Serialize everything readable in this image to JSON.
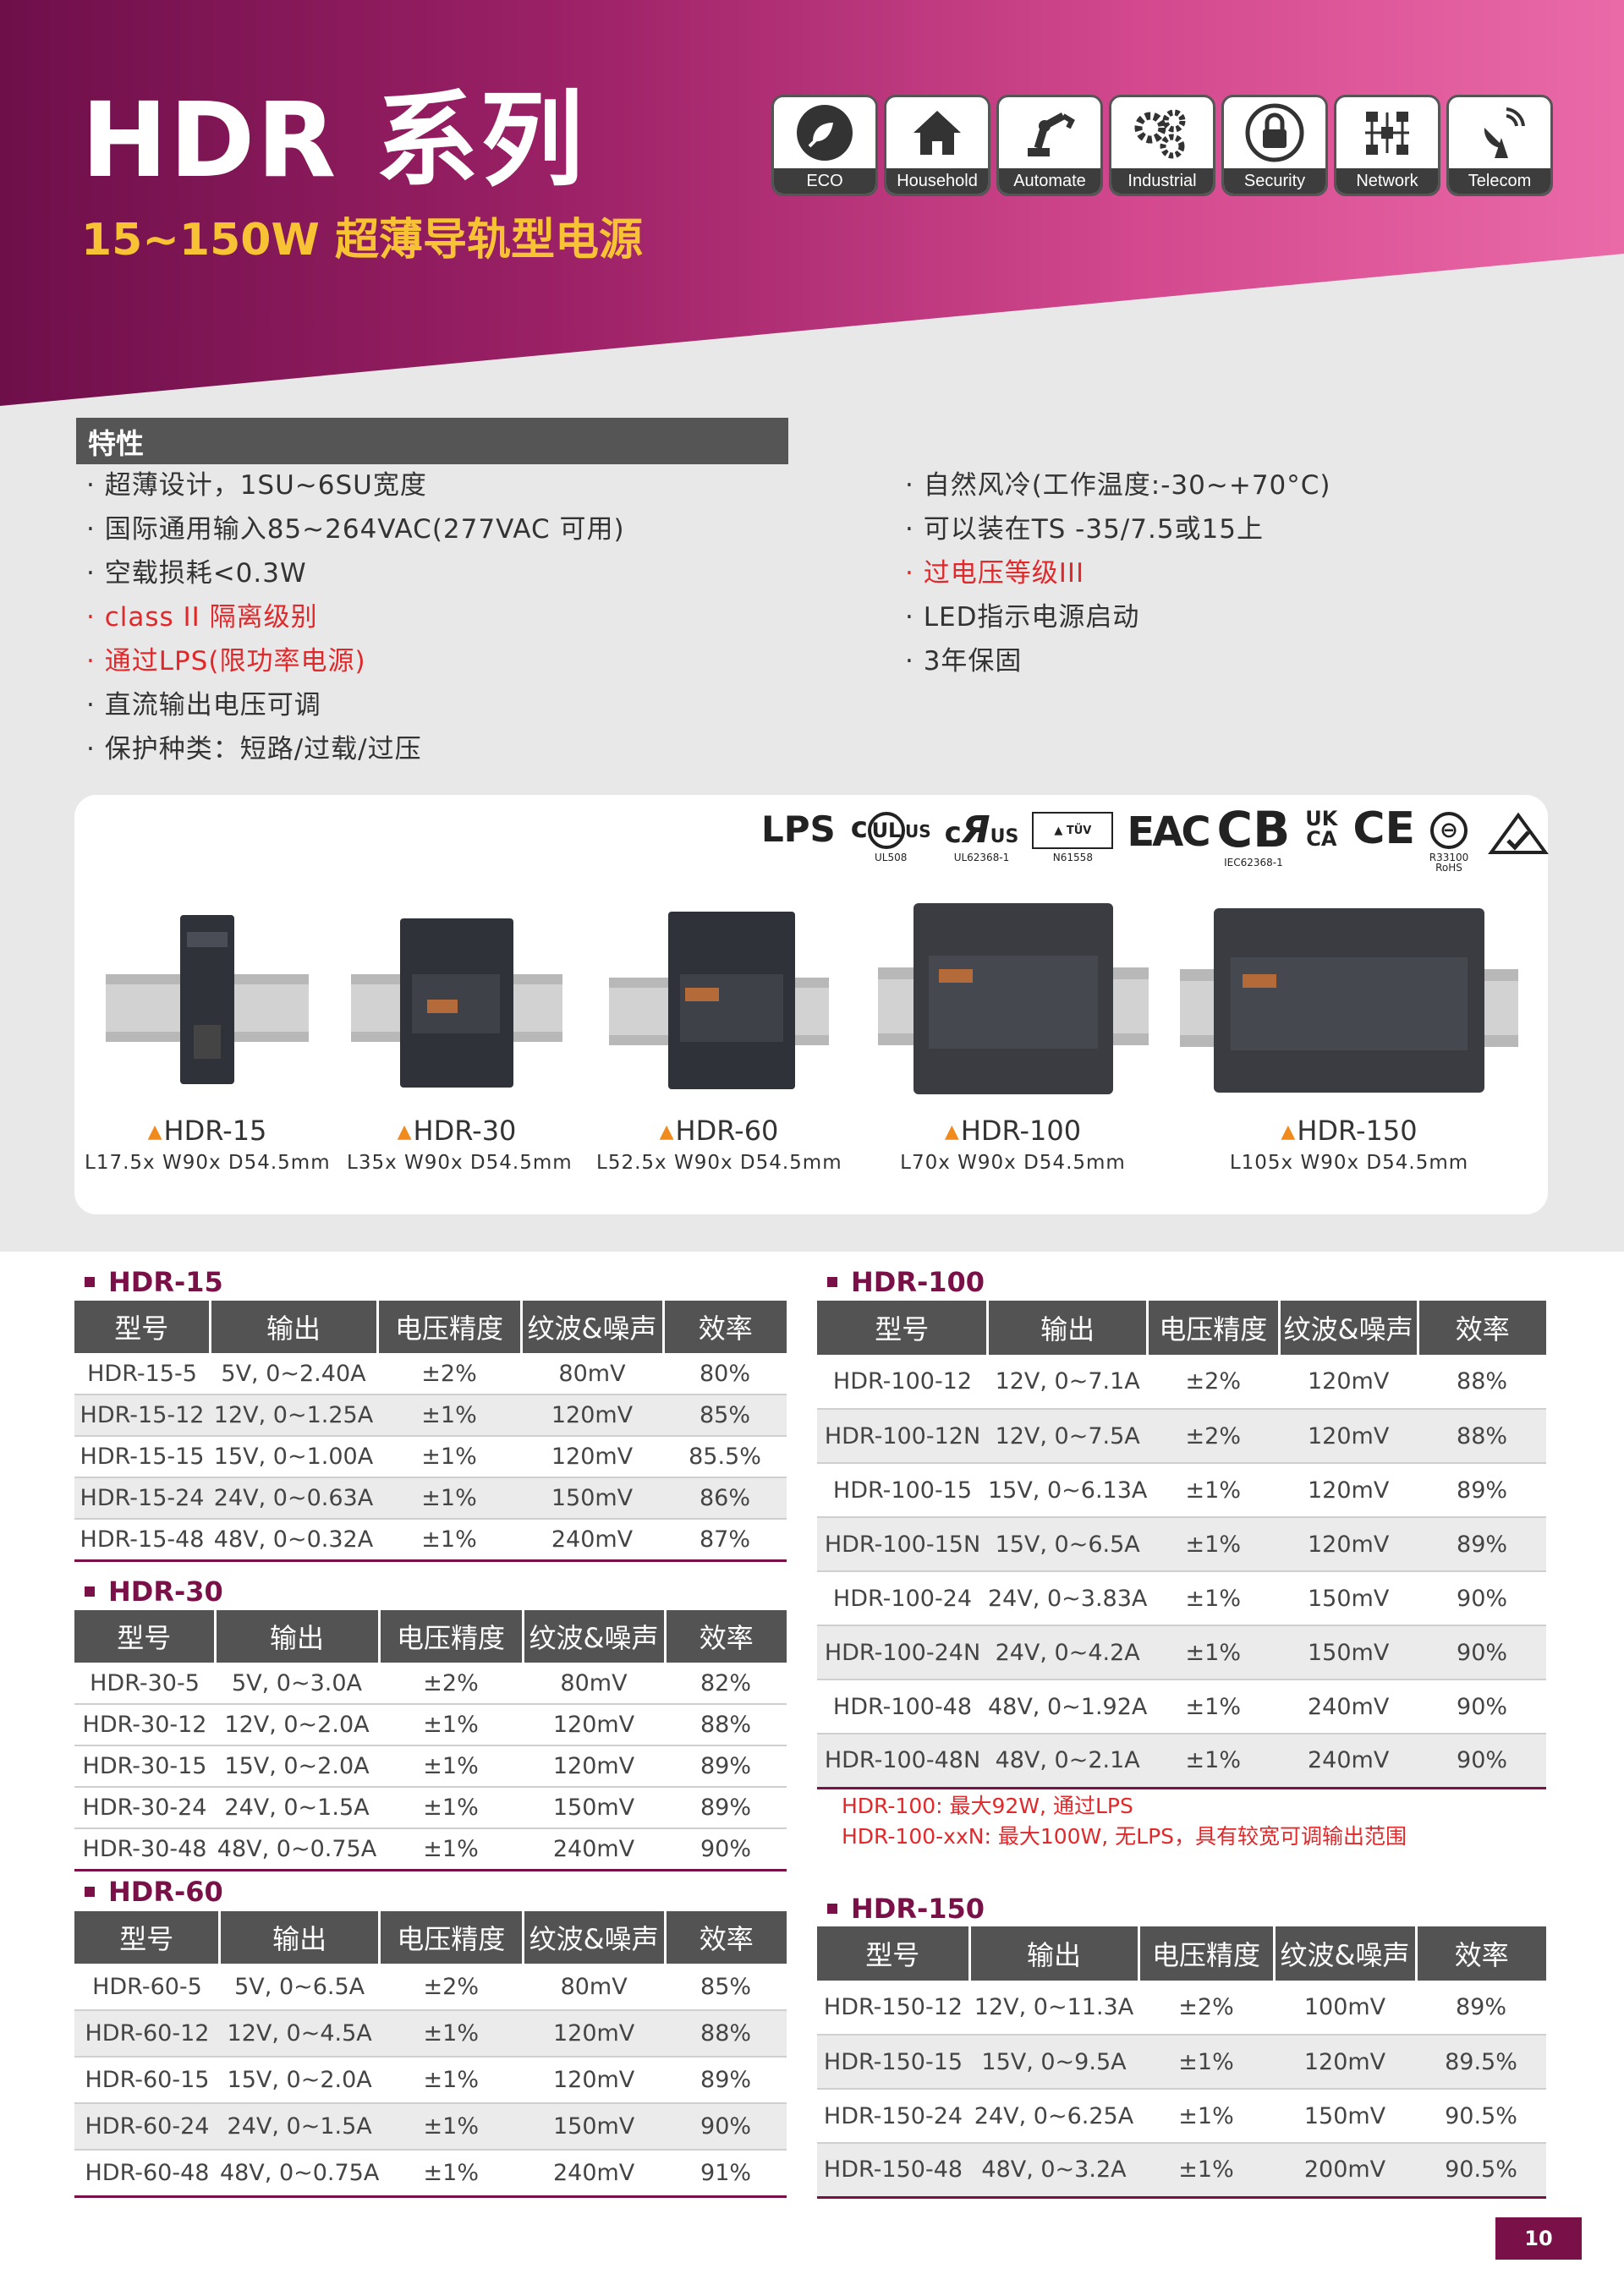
{
  "header": {
    "title": "HDR 系列",
    "subtitle": "15~150W 超薄导轨型电源",
    "icons": [
      {
        "label": "ECO",
        "icon": "eco-leaf-plug-icon"
      },
      {
        "label": "Household",
        "icon": "house-icon"
      },
      {
        "label": "Automate",
        "icon": "robot-arm-icon"
      },
      {
        "label": "Industrial",
        "icon": "gears-icon"
      },
      {
        "label": "Security",
        "icon": "padlock-icon"
      },
      {
        "label": "Network",
        "icon": "network-icon"
      },
      {
        "label": "Telecom",
        "icon": "antenna-icon"
      }
    ]
  },
  "features": {
    "heading": "特性",
    "left": [
      {
        "text": "· 超薄设计，1SU~6SU宽度",
        "color": "#333333"
      },
      {
        "text": "· 国际通用输入85~264VAC(277VAC 可用)",
        "color": "#333333"
      },
      {
        "text": "· 空载损耗<0.3W",
        "color": "#333333"
      },
      {
        "text": "· class II 隔离级别",
        "color": "#e0292b"
      },
      {
        "text": "· 通过LPS(限功率电源)",
        "color": "#e0292b"
      },
      {
        "text": "· 直流输出电压可调",
        "color": "#333333"
      },
      {
        "text": "· 保护种类：短路/过载/过压",
        "color": "#333333"
      }
    ],
    "right": [
      {
        "text": "· 自然风冷(工作温度:-30~+70°C)",
        "color": "#333333"
      },
      {
        "text": "· 可以装在TS -35/7.5或15上",
        "color": "#333333"
      },
      {
        "text": "· 过电压等级III",
        "color": "#e0292b"
      },
      {
        "text": "· LED指示电源启动",
        "color": "#333333"
      },
      {
        "text": "· 3年保固",
        "color": "#333333"
      }
    ]
  },
  "certifications": [
    {
      "mark": "LPS",
      "sub": ""
    },
    {
      "mark": "cULus",
      "sub": "UL508"
    },
    {
      "mark": "cRUus",
      "sub": "UL62368-1"
    },
    {
      "mark": "TÜV",
      "sub": "N61558"
    },
    {
      "mark": "EAC",
      "sub": ""
    },
    {
      "mark": "CB",
      "sub": "IEC62368-1"
    },
    {
      "mark": "UKCA",
      "sub": ""
    },
    {
      "mark": "CE",
      "sub": ""
    },
    {
      "mark": "BSMI",
      "sub": "R33100 RoHS"
    },
    {
      "mark": "RCM",
      "sub": ""
    }
  ],
  "products": [
    {
      "name": "HDR-15",
      "dims": "L17.5x W90x D54.5mm"
    },
    {
      "name": "HDR-30",
      "dims": "L35x W90x D54.5mm"
    },
    {
      "name": "HDR-60",
      "dims": "L52.5x W90x D54.5mm"
    },
    {
      "name": "HDR-100",
      "dims": "L70x W90x D54.5mm"
    },
    {
      "name": "HDR-150",
      "dims": "L105x W90x D54.5mm"
    }
  ],
  "table_headers": [
    "型号",
    "输出",
    "电压精度",
    "纹波&噪声",
    "效率"
  ],
  "tables": {
    "hdr15": {
      "title": "HDR-15",
      "rows": [
        [
          "HDR-15-5",
          "5V, 0~2.40A",
          "±2%",
          "80mV",
          "80%"
        ],
        [
          "HDR-15-12",
          "12V, 0~1.25A",
          "±1%",
          "120mV",
          "85%"
        ],
        [
          "HDR-15-15",
          "15V, 0~1.00A",
          "±1%",
          "120mV",
          "85.5%"
        ],
        [
          "HDR-15-24",
          "24V, 0~0.63A",
          "±1%",
          "150mV",
          "86%"
        ],
        [
          "HDR-15-48",
          "48V, 0~0.32A",
          "±1%",
          "240mV",
          "87%"
        ]
      ]
    },
    "hdr30": {
      "title": "HDR-30",
      "rows": [
        [
          "HDR-30-5",
          "5V, 0~3.0A",
          "±2%",
          "80mV",
          "82%"
        ],
        [
          "HDR-30-12",
          "12V, 0~2.0A",
          "±1%",
          "120mV",
          "88%"
        ],
        [
          "HDR-30-15",
          "15V, 0~2.0A",
          "±1%",
          "120mV",
          "89%"
        ],
        [
          "HDR-30-24",
          "24V, 0~1.5A",
          "±1%",
          "150mV",
          "89%"
        ],
        [
          "HDR-30-48",
          "48V, 0~0.75A",
          "±1%",
          "240mV",
          "90%"
        ]
      ]
    },
    "hdr60": {
      "title": "HDR-60",
      "rows": [
        [
          "HDR-60-5",
          "5V, 0~6.5A",
          "±2%",
          "80mV",
          "85%"
        ],
        [
          "HDR-60-12",
          "12V, 0~4.5A",
          "±1%",
          "120mV",
          "88%"
        ],
        [
          "HDR-60-15",
          "15V, 0~2.0A",
          "±1%",
          "120mV",
          "89%"
        ],
        [
          "HDR-60-24",
          "24V, 0~1.5A",
          "±1%",
          "150mV",
          "90%"
        ],
        [
          "HDR-60-48",
          "48V, 0~0.75A",
          "±1%",
          "240mV",
          "91%"
        ]
      ]
    },
    "hdr100": {
      "title": "HDR-100",
      "rows": [
        [
          "HDR-100-12",
          "12V, 0~7.1A",
          "±2%",
          "120mV",
          "88%"
        ],
        [
          "HDR-100-12N",
          "12V, 0~7.5A",
          "±2%",
          "120mV",
          "88%"
        ],
        [
          "HDR-100-15",
          "15V, 0~6.13A",
          "±1%",
          "120mV",
          "89%"
        ],
        [
          "HDR-100-15N",
          "15V, 0~6.5A",
          "±1%",
          "120mV",
          "89%"
        ],
        [
          "HDR-100-24",
          "24V, 0~3.83A",
          "±1%",
          "150mV",
          "90%"
        ],
        [
          "HDR-100-24N",
          "24V, 0~4.2A",
          "±1%",
          "150mV",
          "90%"
        ],
        [
          "HDR-100-48",
          "48V, 0~1.92A",
          "±1%",
          "240mV",
          "90%"
        ],
        [
          "HDR-100-48N",
          "48V, 0~2.1A",
          "±1%",
          "240mV",
          "90%"
        ]
      ]
    },
    "hdr150": {
      "title": "HDR-150",
      "rows": [
        [
          "HDR-150-12",
          "12V, 0~11.3A",
          "±2%",
          "100mV",
          "89%"
        ],
        [
          "HDR-150-15",
          "15V, 0~9.5A",
          "±1%",
          "120mV",
          "89.5%"
        ],
        [
          "HDR-150-24",
          "24V, 0~6.25A",
          "±1%",
          "150mV",
          "90.5%"
        ],
        [
          "HDR-150-48",
          "48V, 0~3.2A",
          "±1%",
          "200mV",
          "90.5%"
        ]
      ]
    }
  },
  "notes": [
    "HDR-100: 最大92W, 通过LPS",
    "HDR-100-xxN: 最大100W, 无LPS，具有较宽可调输出范围"
  ],
  "page_number": "10",
  "colors": {
    "brand": "#7a1048",
    "accent": "#f7c334",
    "warning": "#e0292b",
    "header_cell": "#535353"
  }
}
